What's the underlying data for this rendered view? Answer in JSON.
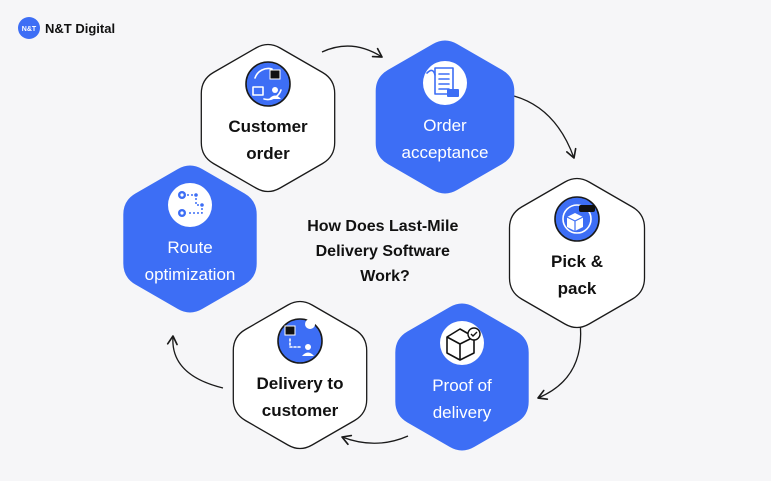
{
  "brand": {
    "logo_mark": "N&T",
    "name": "N&T Digital"
  },
  "center_title": [
    "How Does Last-Mile",
    "Delivery Software",
    "Work?"
  ],
  "steps": [
    {
      "label": [
        "Customer",
        "order"
      ],
      "style": "outline",
      "icon": "customer-order-icon"
    },
    {
      "label": [
        "Order",
        "acceptance"
      ],
      "style": "filled",
      "icon": "document-form-icon"
    },
    {
      "label": [
        "Pick &",
        "pack"
      ],
      "style": "outline",
      "icon": "package-in-hand-icon"
    },
    {
      "label": [
        "Proof of",
        "delivery"
      ],
      "style": "filled",
      "icon": "package-checkmark-icon"
    },
    {
      "label": [
        "Delivery to",
        "customer"
      ],
      "style": "outline",
      "icon": "package-route-person-icon"
    },
    {
      "label": [
        "Route",
        "optimization"
      ],
      "style": "filled",
      "icon": "route-pins-icon"
    }
  ],
  "colors": {
    "accent": "#3d6ef5",
    "outline": "#1a1a1a",
    "background": "#f6f6f8",
    "text": "#111111",
    "white": "#ffffff"
  }
}
